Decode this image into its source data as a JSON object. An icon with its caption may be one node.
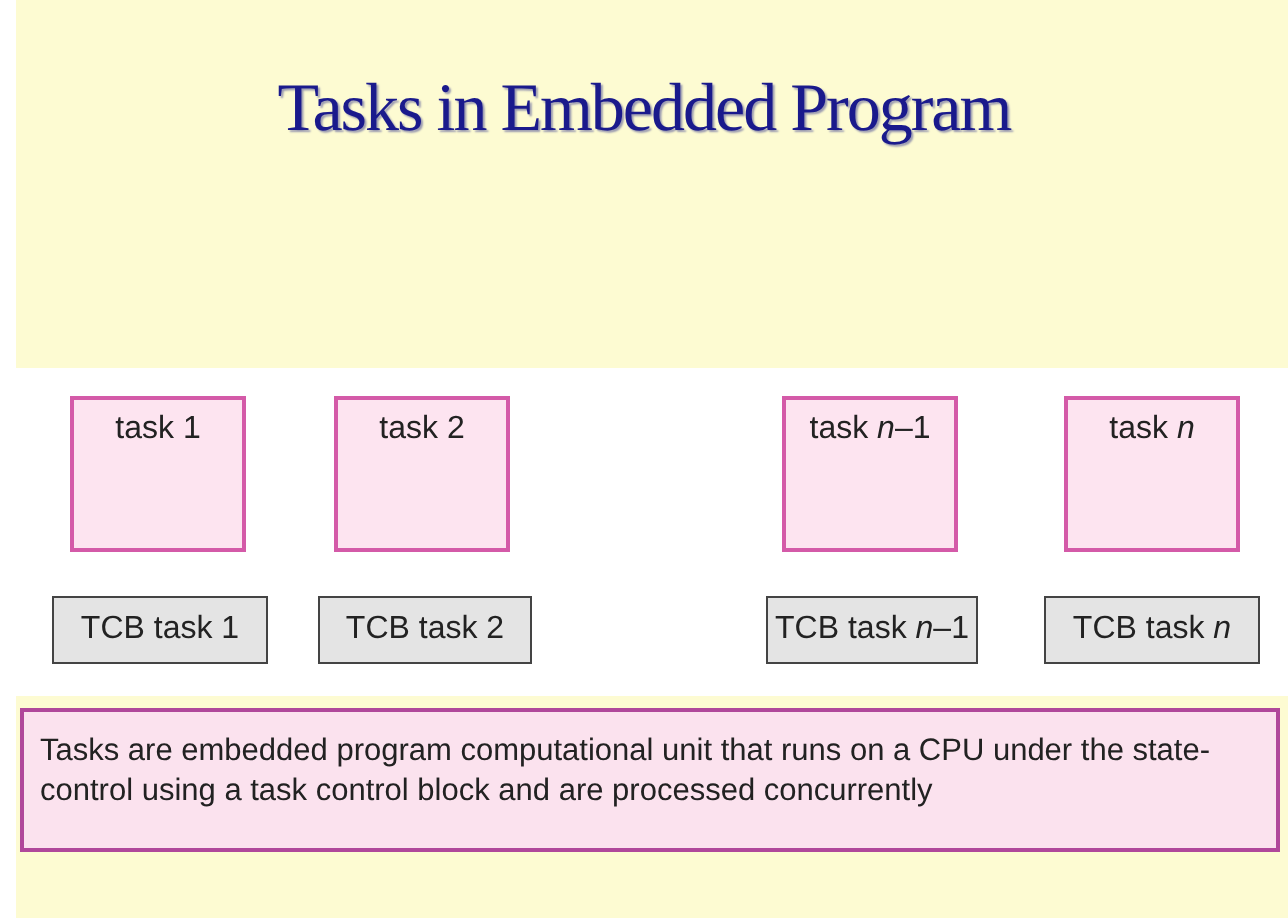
{
  "diagram": {
    "title": "Tasks in Embedded Program",
    "nodes": [
      {
        "text": [
          "task 1"
        ]
      },
      {
        "text": [
          "task 2"
        ]
      },
      {
        "text": [
          "task *n*–1"
        ]
      },
      {
        "text": [
          "task *n*"
        ]
      },
      {
        "text": [
          "TCB task 1"
        ]
      },
      {
        "text": [
          "TCB task 2"
        ]
      },
      {
        "text": [
          "TCB task *n*–1"
        ]
      },
      {
        "text": [
          "TCB task *n*"
        ]
      },
      {
        "text": [
          "Tasks are embedded program computational unit that runs on a CPU under the state-control using a task control block and are processed concurrently"
        ]
      }
    ]
  }
}
